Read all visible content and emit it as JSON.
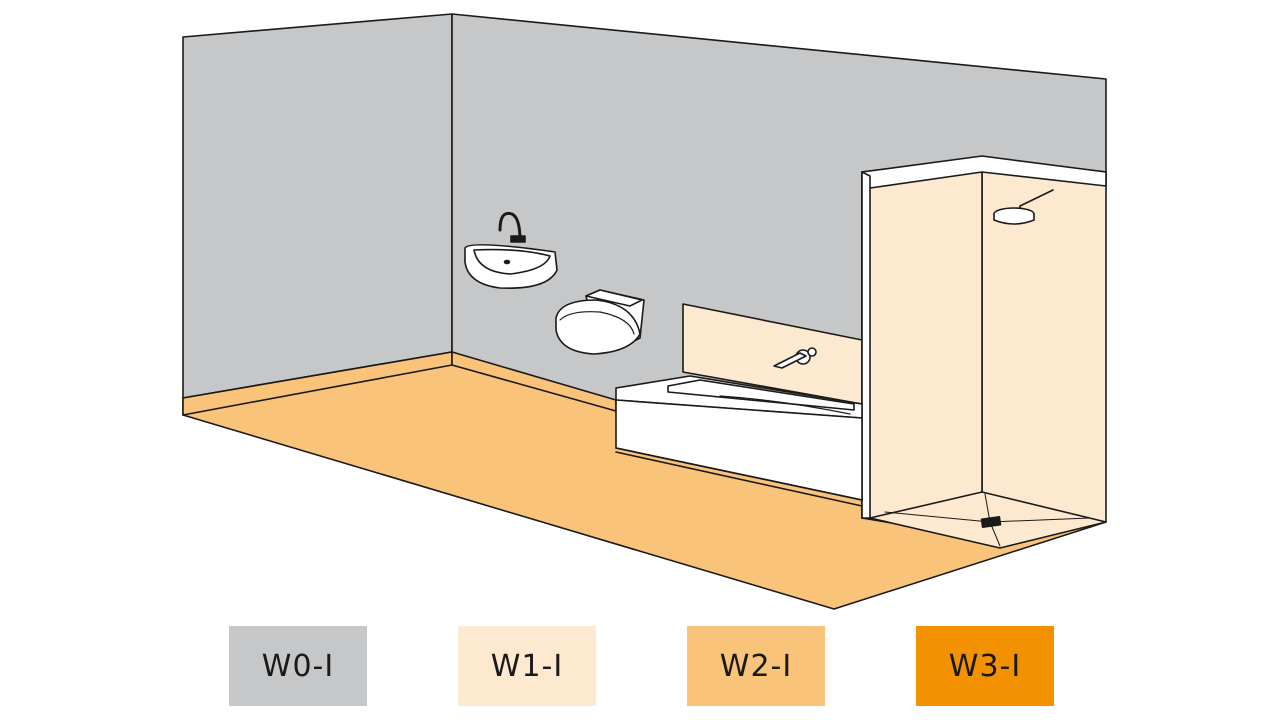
{
  "legend": [
    {
      "label": "W0-I",
      "color": "#c6c7c9"
    },
    {
      "label": "W1-I",
      "color": "#fde9cf"
    },
    {
      "label": "W2-I",
      "color": "#f9c479"
    },
    {
      "label": "W3-I",
      "color": "#f39200"
    }
  ],
  "colors": {
    "wall": "#c6c7c9",
    "splash_zone": "#fde9cf",
    "floor": "#f9c479",
    "fixture": "#ffffff",
    "outline": "#1a1a1a"
  }
}
